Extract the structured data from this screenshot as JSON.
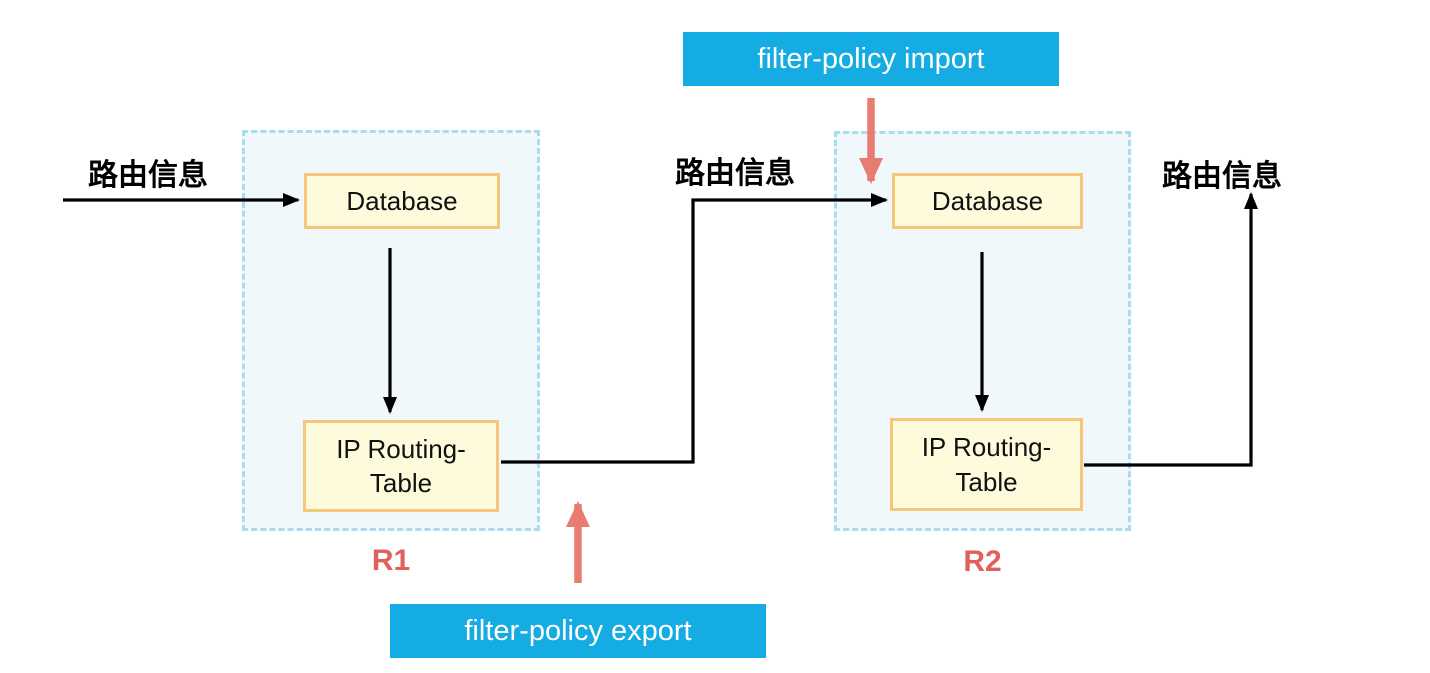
{
  "colors": {
    "banner_background": "#14ACE3",
    "banner_text": "#FFFFFF",
    "node_fill": "#FEFBDC",
    "node_border": "#F6C778",
    "group_fill": "#F0F8FC",
    "group_border": "#A8DCF0",
    "router_label_text": "#E2605C",
    "policy_arrow": "#E87C70",
    "flow_arrow": "#000000",
    "flow_label_text": "#000000"
  },
  "banners": {
    "import_label": "filter-policy import",
    "export_label": "filter-policy export"
  },
  "routers": [
    {
      "label": "R1",
      "database_label": "Database",
      "routing_table_label": "IP Routing-Table"
    },
    {
      "label": "R2",
      "database_label": "Database",
      "routing_table_label": "IP Routing-Table"
    }
  ],
  "flow_labels": {
    "incoming_r1": "路由信息",
    "between_r1_r2": "路由信息",
    "outgoing_r2": "路由信息"
  }
}
